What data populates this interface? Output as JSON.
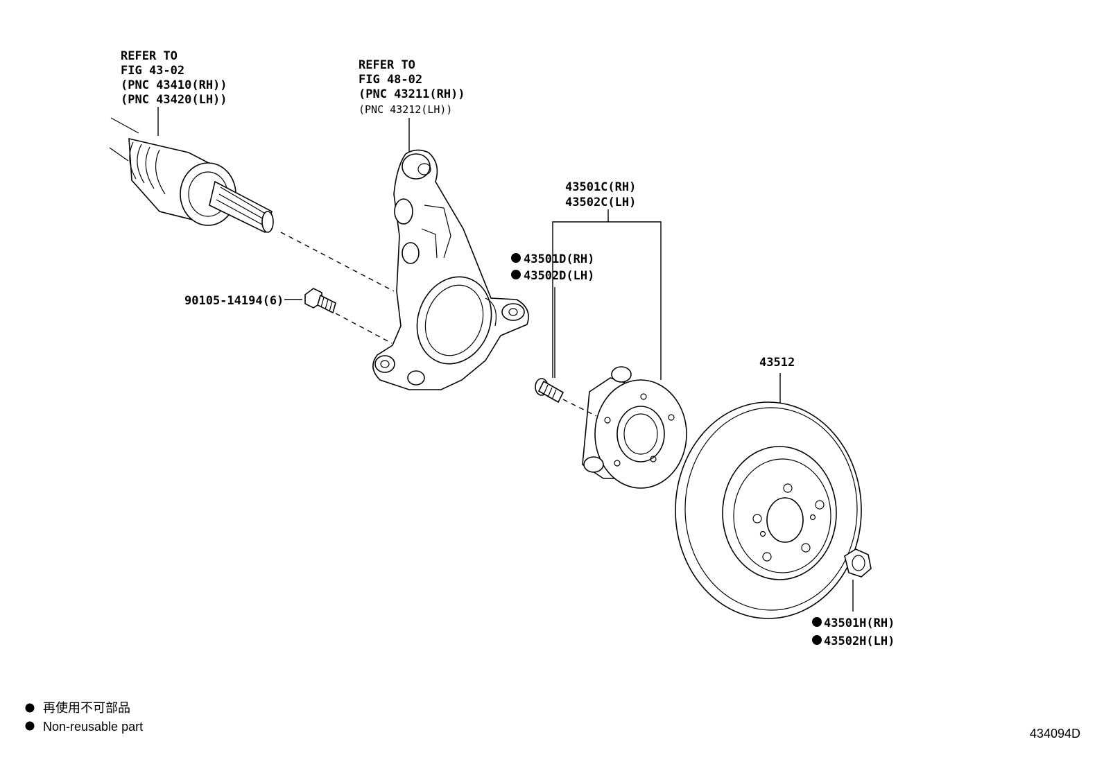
{
  "labels": {
    "driveshaft": {
      "line1": "REFER TO",
      "line2": "FIG 43-02",
      "line3": "(PNC 43410(RH))",
      "line4": "(PNC 43420(LH))"
    },
    "knuckle": {
      "line1": "REFER TO",
      "line2": "FIG 48-02",
      "line3": "(PNC 43211(RH))",
      "line4": "(PNC 43212(LH))"
    },
    "bolt": "90105-14194(6)",
    "hub": {
      "rh": "43501C(RH)",
      "lh": "43502C(LH)"
    },
    "hub_bolt": {
      "rh": "43501D(RH)",
      "lh": "43502D(LH)"
    },
    "rotor": "43512",
    "nut": {
      "rh": "43501H(RH)",
      "lh": "43502H(LH)"
    }
  },
  "legend": {
    "japanese": "再使用不可部品",
    "english": "Non-reusable part"
  },
  "figure_id": "434094D"
}
